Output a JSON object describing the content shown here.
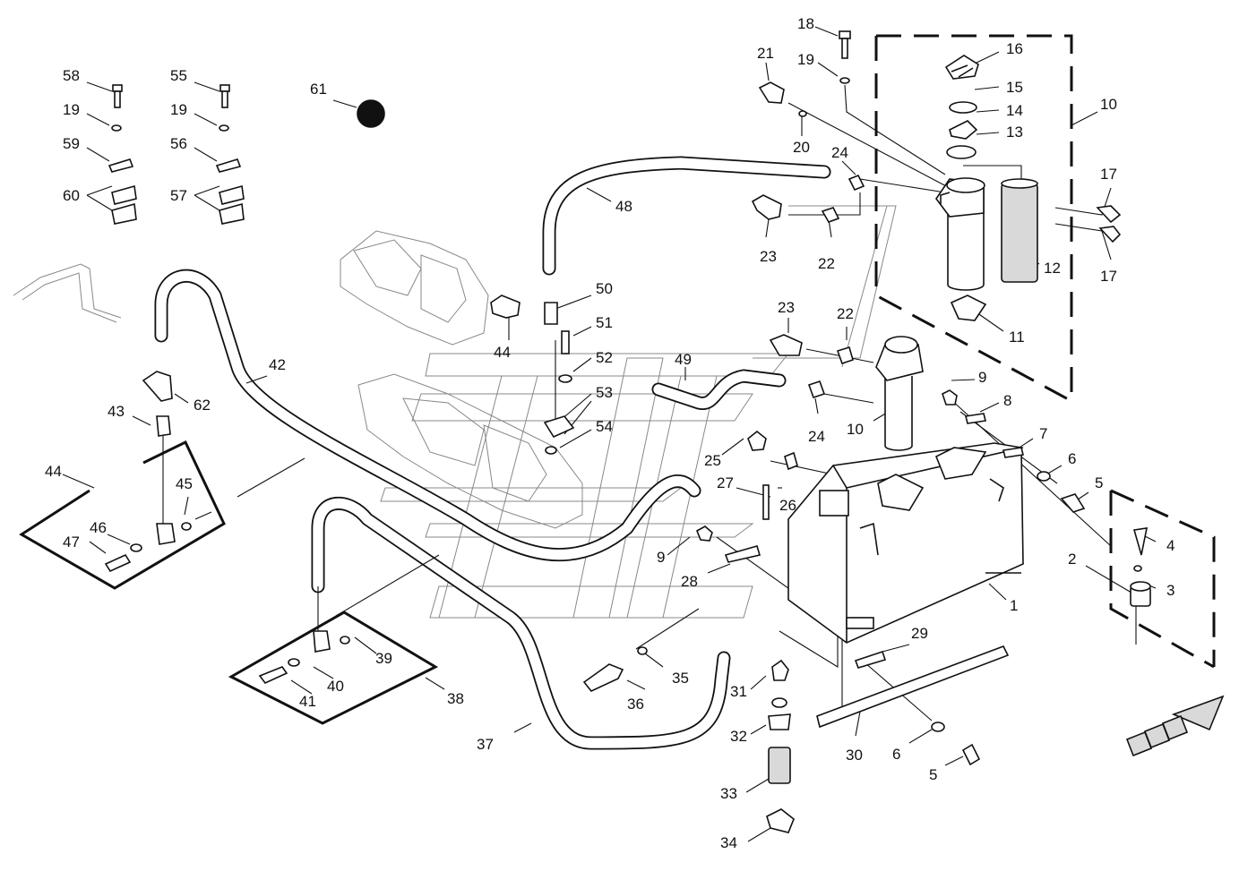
{
  "diagram": {
    "labels": {
      "l1": "1",
      "l2": "2",
      "l3": "3",
      "l4": "4",
      "l5a": "5",
      "l5b": "5",
      "l6a": "6",
      "l6b": "6",
      "l7": "7",
      "l8": "8",
      "l9a": "9",
      "l9b": "9",
      "l10a": "10",
      "l10b": "10",
      "l11": "11",
      "l12": "12",
      "l13": "13",
      "l14": "14",
      "l15": "15",
      "l16": "16",
      "l17a": "17",
      "l17b": "17",
      "l18": "18",
      "l19a": "19",
      "l19b": "19",
      "l19c": "19",
      "l20": "20",
      "l21": "21",
      "l22a": "22",
      "l22b": "22",
      "l23a": "23",
      "l23b": "23",
      "l24a": "24",
      "l24b": "24",
      "l25": "25",
      "l26": "26",
      "l27": "27",
      "l28": "28",
      "l29": "29",
      "l30": "30",
      "l31": "31",
      "l32": "32",
      "l33": "33",
      "l34": "34",
      "l35": "35",
      "l36": "36",
      "l37": "37",
      "l38": "38",
      "l39": "39",
      "l40": "40",
      "l41": "41",
      "l42": "42",
      "l43": "43",
      "l44a": "44",
      "l44b": "44",
      "l45": "45",
      "l46": "46",
      "l47": "47",
      "l48": "48",
      "l49": "49",
      "l50": "50",
      "l51": "51",
      "l52": "52",
      "l53": "53",
      "l54": "54",
      "l55": "55",
      "l56": "56",
      "l57": "57",
      "l58": "58",
      "l59": "59",
      "l60": "60",
      "l61": "61",
      "l62": "62"
    }
  }
}
